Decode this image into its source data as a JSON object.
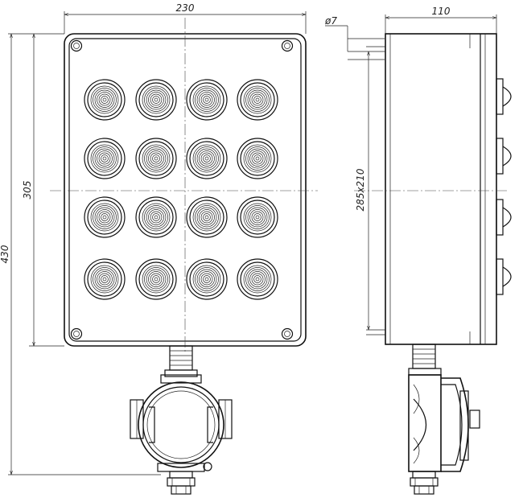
{
  "dimensions": {
    "front_width": "230",
    "side_depth": "110",
    "hole_diameter": "ø7",
    "mount_height": "305",
    "total_height": "430",
    "mount_spacing": "285x210"
  },
  "buttons": {
    "rows": 4,
    "cols": 4
  },
  "colors": {
    "line": "#111111",
    "background": "#ffffff"
  }
}
